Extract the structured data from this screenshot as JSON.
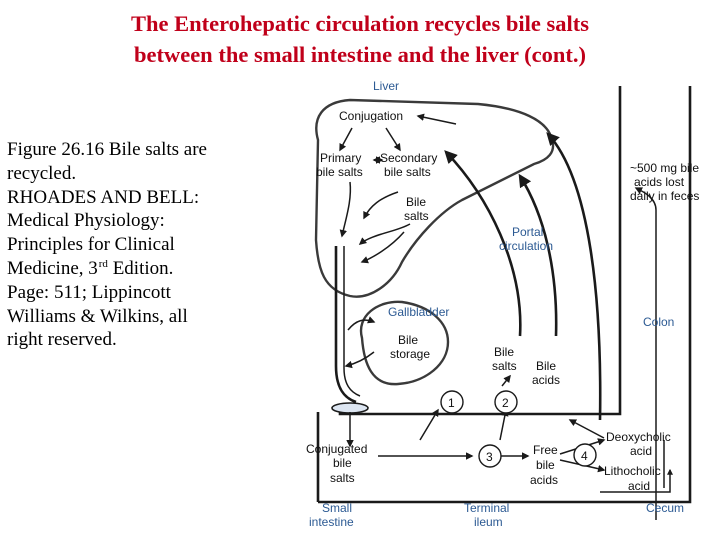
{
  "title": {
    "line1": "The Enterohepatic circulation recycles bile salts",
    "line2": "between the small intestine and the liver (cont.)"
  },
  "caption": {
    "line1": "Figure 26.16 Bile salts are",
    "line2": "recycled.",
    "line3": "RHOADES AND BELL:",
    "line4": "Medical Physiology:",
    "line5": "Principles for Clinical",
    "line6_pre": "Medicine, 3",
    "line6_sup": "rd",
    "line6_post": " Edition.",
    "line7": "Page: 511; Lippincott",
    "line8": "Williams & Wilkins, all",
    "line9": "right reserved."
  },
  "colors": {
    "title": "#c0001a",
    "organ_label": "#2c5a93",
    "text": "#111111"
  },
  "diagram": {
    "liver": "Liver",
    "conjugation": "Conjugation",
    "primary_1": "Primary",
    "primary_2": "bile salts",
    "secondary_1": "Secondary",
    "secondary_2": "bile salts",
    "bile_salts_liver_1": "Bile",
    "bile_salts_liver_2": "salts",
    "lost_1": "~500 mg bile",
    "lost_2": "acids lost",
    "lost_3": "daily in feces",
    "portal_1": "Portal",
    "portal_2": "circulation",
    "gallbladder": "Gallbladder",
    "bile_storage_1": "Bile",
    "bile_storage_2": "storage",
    "colon": "Colon",
    "bs_ileum_1": "Bile",
    "bs_ileum_2": "salts",
    "ba_ileum_1": "Bile",
    "ba_ileum_2": "acids",
    "step1": "1",
    "step2": "2",
    "step3": "3",
    "step4": "4",
    "deoxycholic_1": "Deoxycholic",
    "deoxycholic_2": "acid",
    "lithocholic_1": "Lithocholic",
    "lithocholic_2": "acid",
    "free_1": "Free",
    "free_2": "bile",
    "free_3": "acids",
    "conjugated_1": "Conjugated",
    "conjugated_2": "bile",
    "conjugated_3": "salts",
    "small_int_1": "Small",
    "small_int_2": "intestine",
    "terminal_1": "Terminal",
    "terminal_2": "ileum",
    "cecum": "Cecum"
  }
}
